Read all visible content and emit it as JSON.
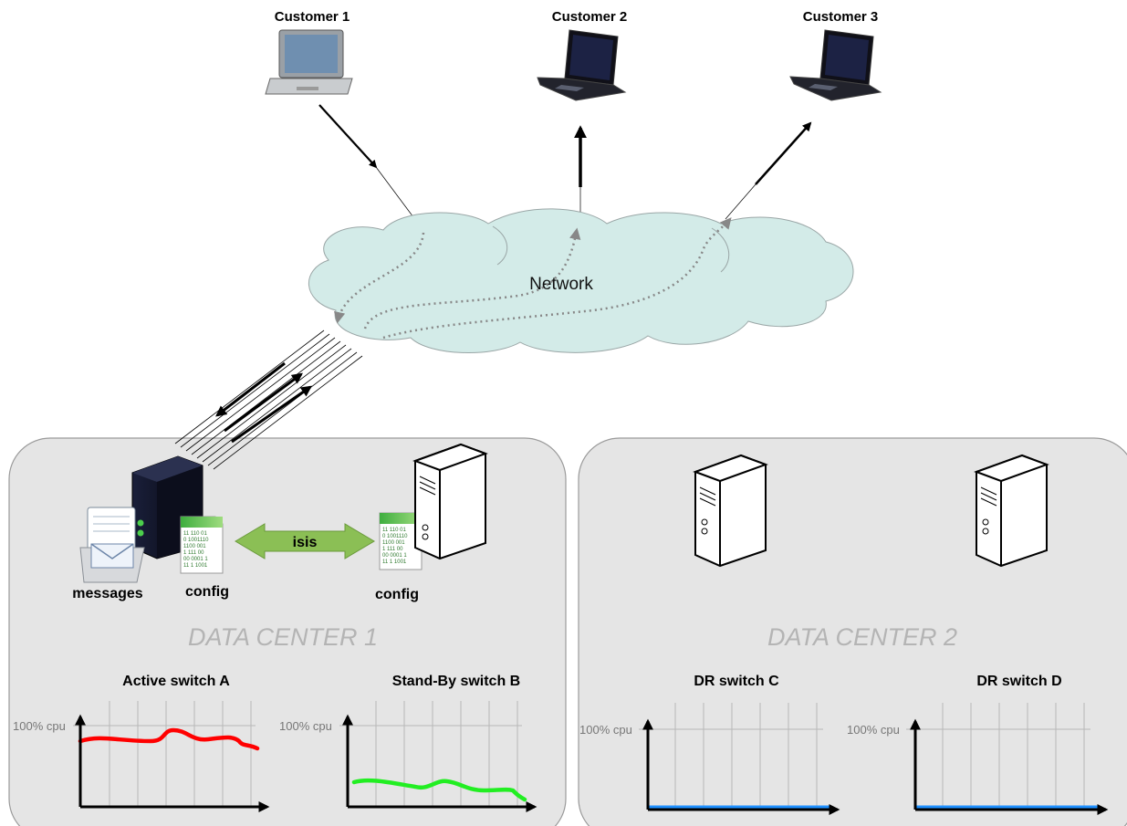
{
  "customers": [
    {
      "label": "Customer 1",
      "device": "laptop-silver"
    },
    {
      "label": "Customer 2",
      "device": "laptop-black"
    },
    {
      "label": "Customer 3",
      "device": "laptop-black"
    }
  ],
  "network": {
    "label": "Network",
    "color": "#cfe8e6"
  },
  "dc1": {
    "title": "DATA CENTER 1",
    "messages_label": "messages",
    "config_a_label": "config",
    "config_b_label": "config",
    "link_label": "isis",
    "link_color": "#7fb444",
    "switch_a": {
      "title": "Active switch A",
      "cpu_label": "100% cpu",
      "color": "#ff0000"
    },
    "switch_b": {
      "title": "Stand-By switch B",
      "cpu_label": "100% cpu",
      "color": "#22ee22"
    }
  },
  "dc2": {
    "title": "DATA CENTER 2",
    "switch_c": {
      "title": "DR switch C",
      "cpu_label": "100% cpu",
      "color": "#1e90ff"
    },
    "switch_d": {
      "title": "DR switch D",
      "cpu_label": "100% cpu",
      "color": "#1e90ff"
    }
  },
  "config_binary": [
    "11 110 01",
    "0 1001110",
    "1100 001",
    "1 111 00",
    "00 0001 1",
    "11 1 1001"
  ]
}
